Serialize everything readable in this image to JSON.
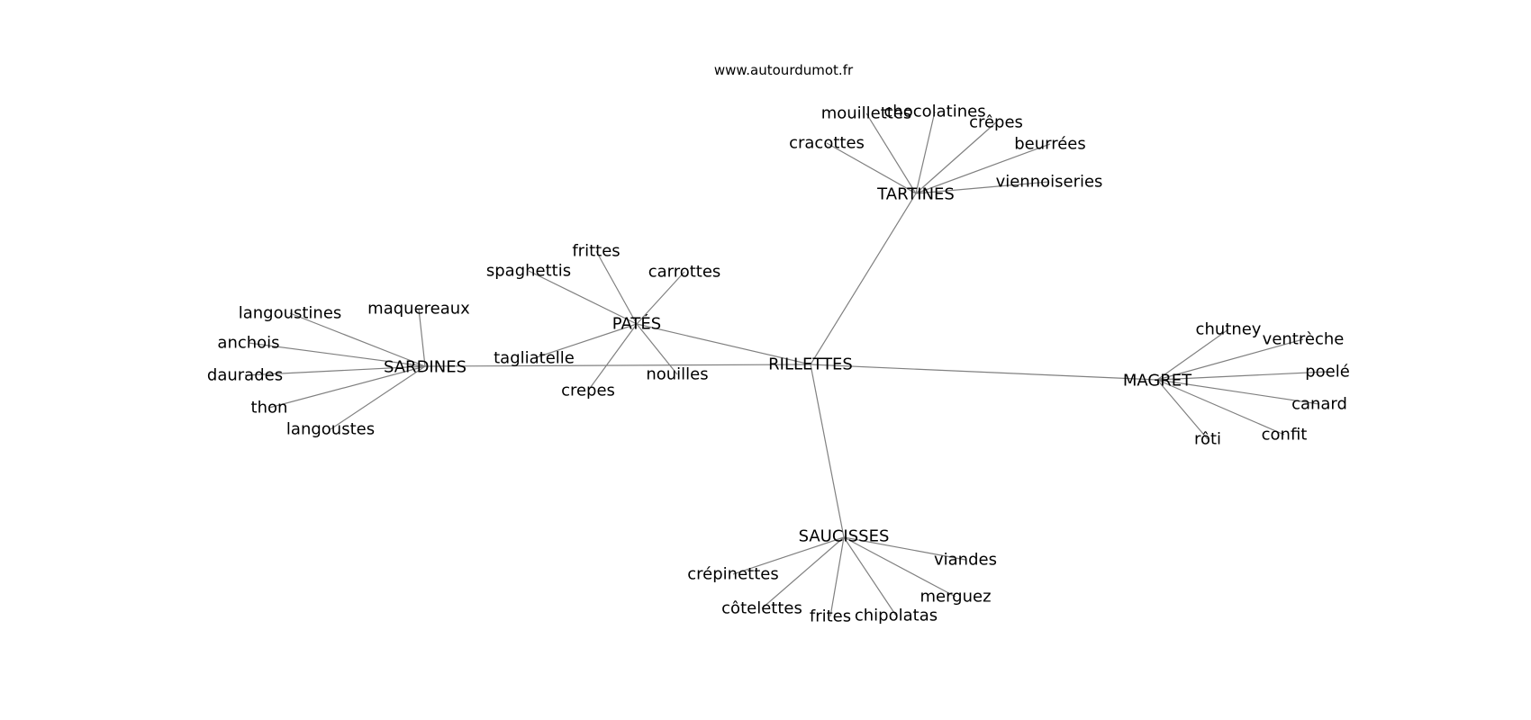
{
  "watermark": "www.autourdumot.fr",
  "nodes": [
    {
      "id": "rillettes",
      "label": "RILLETTES"
    },
    {
      "id": "tartines",
      "label": "TARTINES"
    },
    {
      "id": "pates",
      "label": "PATÉS"
    },
    {
      "id": "sardines",
      "label": "SARDINES"
    },
    {
      "id": "magret",
      "label": "MAGRET"
    },
    {
      "id": "saucisses",
      "label": "SAUCISSES"
    },
    {
      "id": "mouillettes",
      "label": "mouillettes"
    },
    {
      "id": "chocolatines",
      "label": "chocolatines"
    },
    {
      "id": "crepes-tartines",
      "label": "crêpes"
    },
    {
      "id": "cracottes",
      "label": "cracottes"
    },
    {
      "id": "beurrees",
      "label": "beurrées"
    },
    {
      "id": "viennoiseries",
      "label": "viennoiseries"
    },
    {
      "id": "frittes",
      "label": "frittes"
    },
    {
      "id": "spaghettis",
      "label": "spaghettis"
    },
    {
      "id": "carrottes",
      "label": "carrottes"
    },
    {
      "id": "tagliatelle",
      "label": "tagliatelle"
    },
    {
      "id": "nouilles",
      "label": "nouilles"
    },
    {
      "id": "crepes-pates",
      "label": "crepes"
    },
    {
      "id": "langoustines",
      "label": "langoustines"
    },
    {
      "id": "maquereaux",
      "label": "maquereaux"
    },
    {
      "id": "anchois",
      "label": "anchois"
    },
    {
      "id": "daurades",
      "label": "daurades"
    },
    {
      "id": "thon",
      "label": "thon"
    },
    {
      "id": "langoustes",
      "label": "langoustes"
    },
    {
      "id": "chutney",
      "label": "chutney"
    },
    {
      "id": "ventreche",
      "label": "ventrèche"
    },
    {
      "id": "poele",
      "label": "poelé"
    },
    {
      "id": "canard",
      "label": "canard"
    },
    {
      "id": "confit",
      "label": "confit"
    },
    {
      "id": "roti",
      "label": "rôti"
    },
    {
      "id": "crepinettes",
      "label": "crépinettes"
    },
    {
      "id": "viandes",
      "label": "viandes"
    },
    {
      "id": "merguez",
      "label": "merguez"
    },
    {
      "id": "cotelettes",
      "label": "côtelettes"
    },
    {
      "id": "frites",
      "label": "frites"
    },
    {
      "id": "chipolatas",
      "label": "chipolatas"
    }
  ],
  "edges": [
    [
      "rillettes",
      "tartines"
    ],
    [
      "rillettes",
      "pates"
    ],
    [
      "rillettes",
      "sardines"
    ],
    [
      "rillettes",
      "magret"
    ],
    [
      "rillettes",
      "saucisses"
    ],
    [
      "tartines",
      "mouillettes"
    ],
    [
      "tartines",
      "chocolatines"
    ],
    [
      "tartines",
      "crepes-tartines"
    ],
    [
      "tartines",
      "cracottes"
    ],
    [
      "tartines",
      "beurrees"
    ],
    [
      "tartines",
      "viennoiseries"
    ],
    [
      "pates",
      "frittes"
    ],
    [
      "pates",
      "spaghettis"
    ],
    [
      "pates",
      "carrottes"
    ],
    [
      "pates",
      "tagliatelle"
    ],
    [
      "pates",
      "nouilles"
    ],
    [
      "pates",
      "crepes-pates"
    ],
    [
      "sardines",
      "langoustines"
    ],
    [
      "sardines",
      "maquereaux"
    ],
    [
      "sardines",
      "anchois"
    ],
    [
      "sardines",
      "daurades"
    ],
    [
      "sardines",
      "thon"
    ],
    [
      "sardines",
      "langoustes"
    ],
    [
      "magret",
      "chutney"
    ],
    [
      "magret",
      "ventreche"
    ],
    [
      "magret",
      "poele"
    ],
    [
      "magret",
      "canard"
    ],
    [
      "magret",
      "confit"
    ],
    [
      "magret",
      "roti"
    ],
    [
      "saucisses",
      "crepinettes"
    ],
    [
      "saucisses",
      "viandes"
    ],
    [
      "saucisses",
      "merguez"
    ],
    [
      "saucisses",
      "cotelettes"
    ],
    [
      "saucisses",
      "frites"
    ],
    [
      "saucisses",
      "chipolatas"
    ]
  ]
}
